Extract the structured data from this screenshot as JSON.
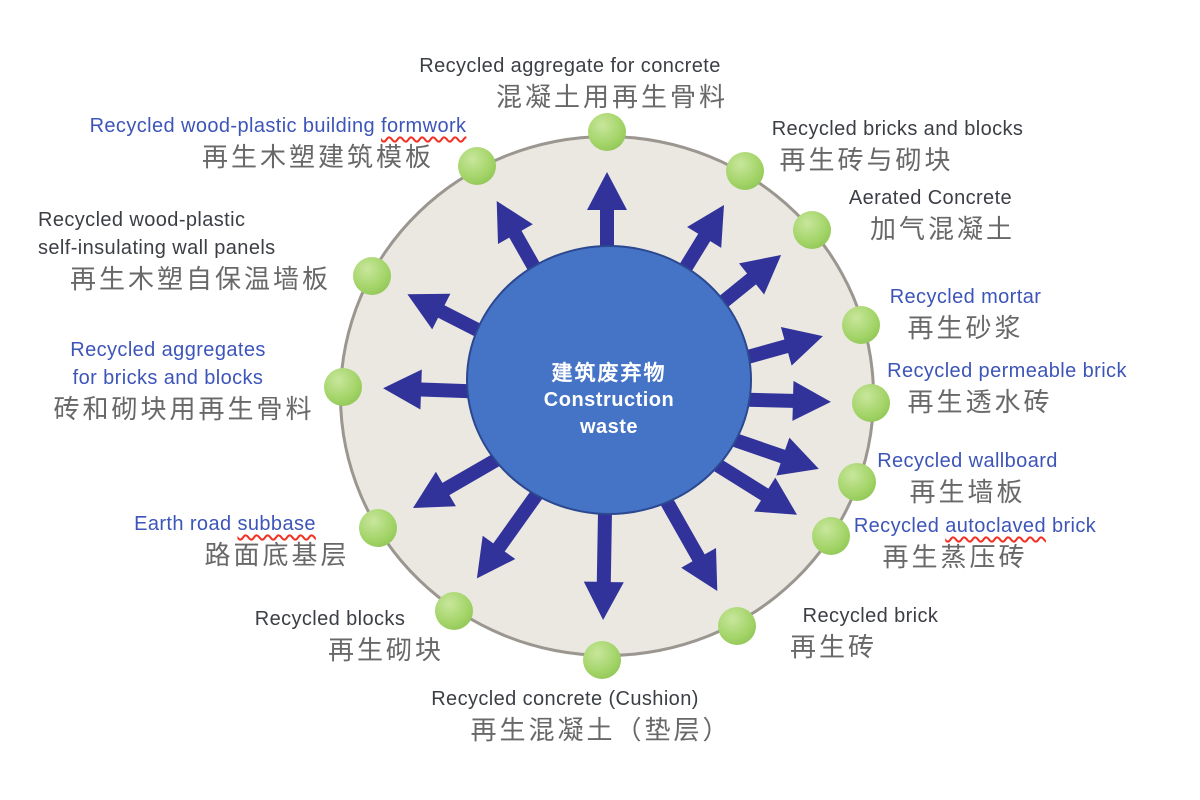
{
  "center": {
    "zh": "建筑废弃物",
    "en_line1": "Construction",
    "en_line2": "waste"
  },
  "labels": [
    {
      "id": "recycled-aggregate-for-concrete",
      "line1": "Recycled aggregate for concrete",
      "zh": "混凝土用再生骨料"
    },
    {
      "id": "recycled-bricks-and-blocks",
      "line1": "Recycled bricks and blocks",
      "zh": "再生砖与砌块"
    },
    {
      "id": "aerated-concrete",
      "line1": "Aerated Concrete",
      "zh": "加气混凝土"
    },
    {
      "id": "recycled-mortar",
      "line1": "Recycled mortar",
      "zh": "再生砂浆"
    },
    {
      "id": "recycled-permeable-brick",
      "line1": "Recycled permeable brick",
      "zh": "再生透水砖"
    },
    {
      "id": "recycled-wallboard",
      "line1": "Recycled wallboard",
      "zh": "再生墙板"
    },
    {
      "id": "recycled-autoclaved-brick",
      "line1": {
        "pre": "Recycled ",
        "squiggle": "autoclaved",
        "post": " brick"
      },
      "zh": "再生蒸压砖"
    },
    {
      "id": "recycled-brick",
      "line1": "Recycled brick",
      "zh": "再生砖"
    },
    {
      "id": "recycled-concrete-cushion",
      "line1": "Recycled concrete (Cushion)",
      "zh": "再生混凝土（垫层）"
    },
    {
      "id": "recycled-blocks",
      "line1": "Recycled blocks",
      "zh": "再生砌块"
    },
    {
      "id": "earth-road-subbase",
      "line1": {
        "pre": "Earth road ",
        "squiggle": "subbase"
      },
      "zh": "路面底基层"
    },
    {
      "id": "recycled-aggregates-for-bricks-and-blocks",
      "line1": "Recycled aggregates",
      "line2": "for bricks and blocks",
      "zh": "砖和砌块用再生骨料"
    },
    {
      "id": "recycled-wood-plastic-self-insulating-wall-panels",
      "line1": "Recycled wood-plastic",
      "line2": "self-insulating wall panels",
      "zh": "再生木塑自保温墙板"
    },
    {
      "id": "recycled-wood-plastic-building-formwork",
      "line1": {
        "pre": "Recycled wood-plastic building ",
        "squiggle": "formwork"
      },
      "zh": "再生木塑建筑模板"
    }
  ],
  "colors": {
    "background": "#ffffff",
    "ring_fill": "#eae8e1",
    "ring_border": "#9b968f",
    "hub_fill": "#4573c5",
    "hub_border": "#2b4890",
    "hub_text": "#ffffff",
    "arrow": "#32339a",
    "node_green_light": "#c8e69c",
    "node_green": "#a3d468",
    "node_green_edge": "#84bc4a",
    "label_en_dark": "#3b3e44",
    "label_en_blue": "#3d55b8",
    "label_zh": "#686868",
    "squiggle": "#f23122"
  }
}
